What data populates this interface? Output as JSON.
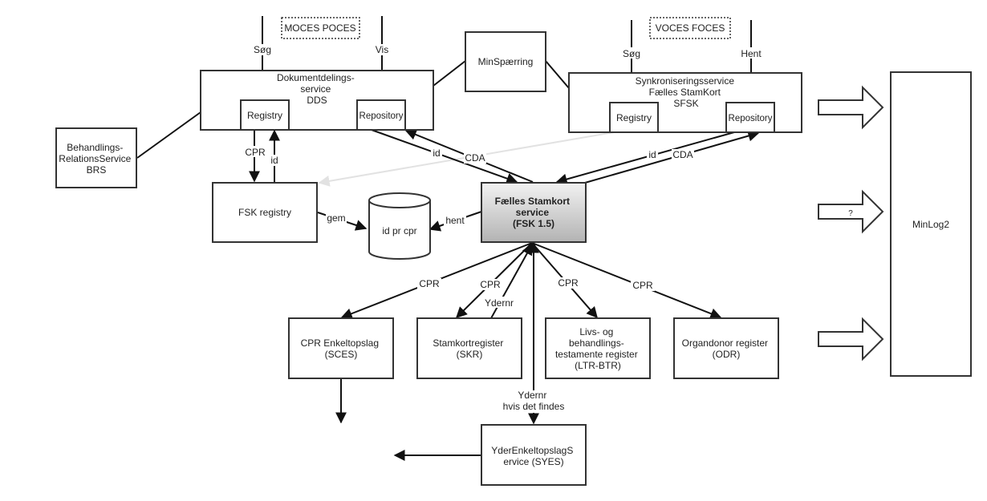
{
  "nodes": {
    "moces": "MOCES POCES",
    "voces": "VOCES FOCES",
    "minspaerring": "MinSpærring",
    "dds": [
      "Dokumentdelings-",
      "service",
      "DDS"
    ],
    "dds_registry": "Registry",
    "dds_repository": "Repository",
    "sfsk": [
      "Synkroniseringsservice",
      "Fælles StamKort",
      "SFSK"
    ],
    "sfsk_registry": "Registry",
    "sfsk_repository": "Repository",
    "brs": [
      "Behandlings-",
      "RelationsService",
      "BRS"
    ],
    "fsk_registry": "FSK registry",
    "id_pr_cpr": "id pr cpr",
    "fsk": [
      "Fælles Stamkort",
      "service",
      "(FSK 1.5)"
    ],
    "sces": [
      "CPR Enkeltopslag",
      "(SCES)"
    ],
    "skr": [
      "Stamkortregister",
      "(SKR)"
    ],
    "ltr": [
      "Livs- og",
      "behandlings-",
      "testamente register",
      "(LTR-BTR)"
    ],
    "odr": [
      "Organdonor register",
      "(ODR)"
    ],
    "syes": [
      "YderEnkeltopslagS",
      "ervice (SYES)"
    ],
    "minlog": "MinLog2"
  },
  "edge_labels": {
    "dds_sog": "Søg",
    "dds_vis": "Vis",
    "sfsk_sog": "Søg",
    "sfsk_hent": "Hent",
    "cpr": "CPR",
    "id": "id",
    "cda": "CDA",
    "gem": "gem",
    "hent": "hent",
    "ydernr": "Ydernr",
    "ydernr_hvis": [
      "Ydernr",
      "hvis det findes"
    ],
    "question": "?"
  }
}
